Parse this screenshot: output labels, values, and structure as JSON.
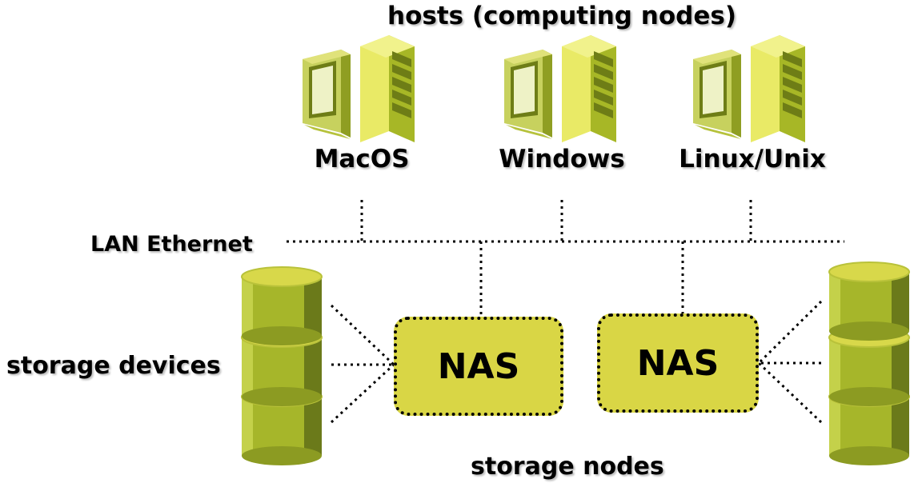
{
  "diagram": {
    "title": "hosts (computing nodes)",
    "hosts": [
      {
        "label": "MacOS",
        "icon": "computer-tower-icon"
      },
      {
        "label": "Windows",
        "icon": "computer-tower-icon"
      },
      {
        "label": "Linux/Unix",
        "icon": "computer-tower-icon"
      }
    ],
    "network_label": "LAN Ethernet",
    "storage_devices_label": "storage devices",
    "storage_nodes_label": "storage nodes",
    "nas_units": [
      {
        "label": "NAS"
      },
      {
        "label": "NAS"
      }
    ],
    "colors": {
      "accent": "#a6b624",
      "nas_fill": "#d9d645",
      "disk_top": "#d8d84a",
      "disk_body": "#a6b62a",
      "disk_dark": "#6b7a1a"
    }
  }
}
